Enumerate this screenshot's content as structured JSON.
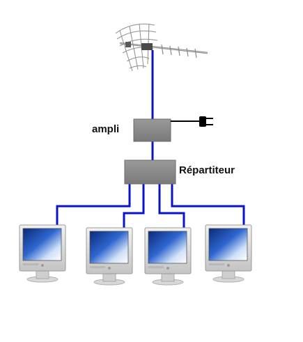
{
  "labels": {
    "amplifier": "ampli",
    "splitter": "Répartiteur"
  },
  "icons": {
    "antenna": "tv-antenna-icon",
    "plug": "power-plug-icon",
    "monitor": "monitor-icon"
  },
  "colors": {
    "cable": "#0a14c8",
    "box": "#8a8a8a",
    "monitor_frame": "#dcdcdc",
    "screen": "#1f4fb0",
    "power_cord": "#000000"
  },
  "monitor_count": 4
}
